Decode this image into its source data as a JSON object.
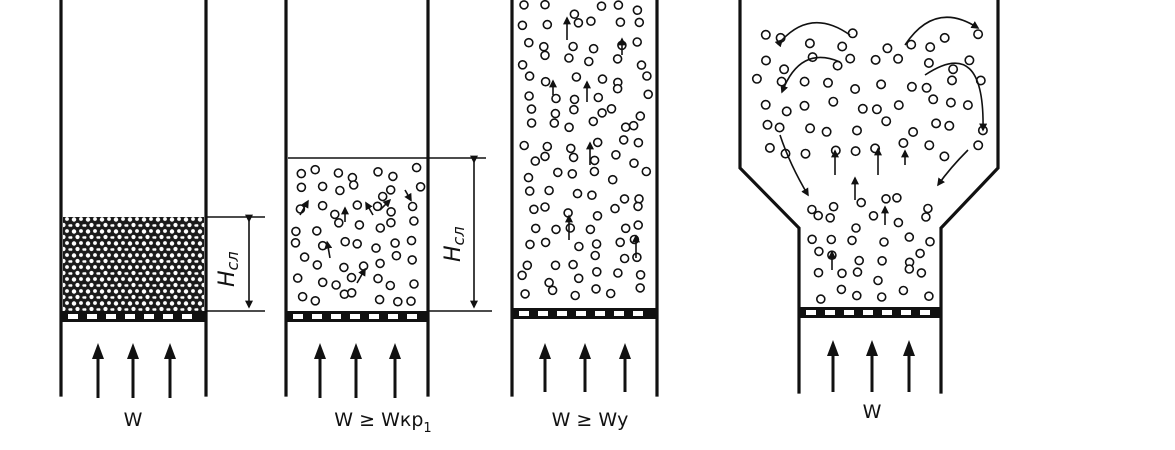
{
  "diagram": {
    "panels": [
      {
        "id": "fixed-bed",
        "velocity_label": "W",
        "velocity_sub": "",
        "height_label": "H",
        "height_sub": "сл"
      },
      {
        "id": "fluidized-bed",
        "velocity_label": "W ≥ Wкр",
        "velocity_sub": "1",
        "height_label": "H",
        "height_sub": "сл"
      },
      {
        "id": "transport",
        "velocity_label": "W ≥ Wу",
        "velocity_sub": ""
      },
      {
        "id": "spouted-bed",
        "velocity_label": "W",
        "velocity_sub": ""
      }
    ],
    "colors": {
      "ink": "#111111",
      "background": "#ffffff"
    }
  }
}
